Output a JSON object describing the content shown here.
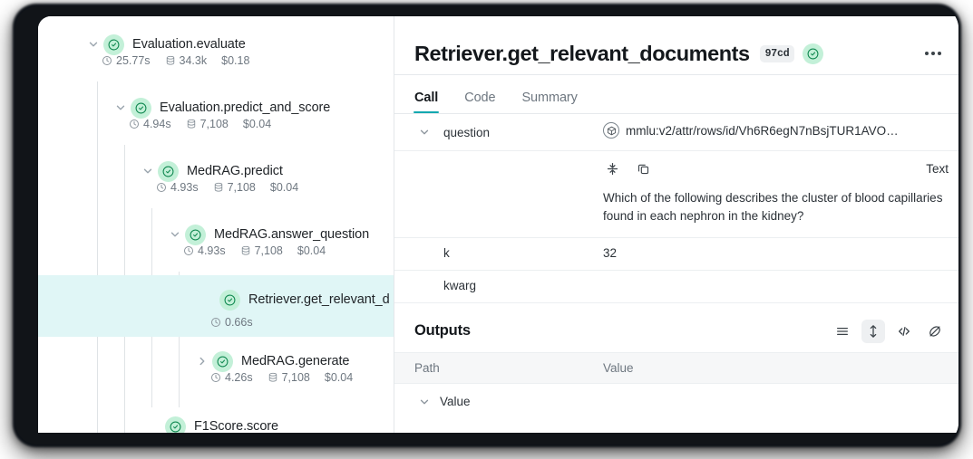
{
  "tree": {
    "nodes": [
      {
        "id": "evaluation-evaluate",
        "label": "Evaluation.evaluate",
        "duration": "25.77s",
        "tokens": "34.3k",
        "cost": "$0.18",
        "expanded": true,
        "status": "success"
      },
      {
        "id": "evaluation-predict-and-score",
        "label": "Evaluation.predict_and_score",
        "duration": "4.94s",
        "tokens": "7,108",
        "cost": "$0.04",
        "expanded": true,
        "status": "success"
      },
      {
        "id": "medrag-predict",
        "label": "MedRAG.predict",
        "duration": "4.93s",
        "tokens": "7,108",
        "cost": "$0.04",
        "expanded": true,
        "status": "success"
      },
      {
        "id": "medrag-answer-question",
        "label": "MedRAG.answer_question",
        "duration": "4.93s",
        "tokens": "7,108",
        "cost": "$0.04",
        "expanded": true,
        "status": "success"
      },
      {
        "id": "retriever-get-relevant-documents",
        "label": "Retriever.get_relevant_d",
        "duration": "0.66s",
        "tokens": "",
        "cost": "",
        "expanded": false,
        "status": "success",
        "selected": true
      },
      {
        "id": "medrag-generate",
        "label": "MedRAG.generate",
        "duration": "4.26s",
        "tokens": "7,108",
        "cost": "$0.04",
        "expanded": false,
        "status": "success"
      },
      {
        "id": "f1score-score",
        "label": "F1Score.score",
        "duration": "",
        "tokens": "",
        "cost": "",
        "expanded": false,
        "status": "success"
      }
    ]
  },
  "detail": {
    "title": "Retriever.get_relevant_documents",
    "hash_badge": "97cd",
    "tabs": [
      {
        "label": "Call",
        "active": true
      },
      {
        "label": "Code",
        "active": false
      },
      {
        "label": "Summary",
        "active": false
      }
    ],
    "inputs": [
      {
        "key": "question",
        "value": "mmlu:v2/attr/rows/id/Vh6R6egN7nBsjTUR1AVO…",
        "has_ref_icon": true,
        "expanded": true
      },
      {
        "key": "k",
        "value": "32",
        "has_ref_icon": false
      },
      {
        "key": "kwarg",
        "value": "",
        "has_ref_icon": false
      }
    ],
    "text_block": {
      "type_label": "Text",
      "content": "Which of the following describes the cluster of blood capillaries found in each nephron in the kidney?"
    },
    "outputs": {
      "title": "Outputs",
      "columns": {
        "path": "Path",
        "value": "Value"
      },
      "rows": [
        {
          "path": "Value"
        }
      ]
    }
  },
  "colors": {
    "accent": "#13a8b0",
    "status_success_bg": "#c3f0d8",
    "status_success_fg": "#0f8a52",
    "selected_row_bg": "#e0f6f6",
    "badge_bg": "#eef0f2",
    "panel_border": "#e3e7ea"
  }
}
